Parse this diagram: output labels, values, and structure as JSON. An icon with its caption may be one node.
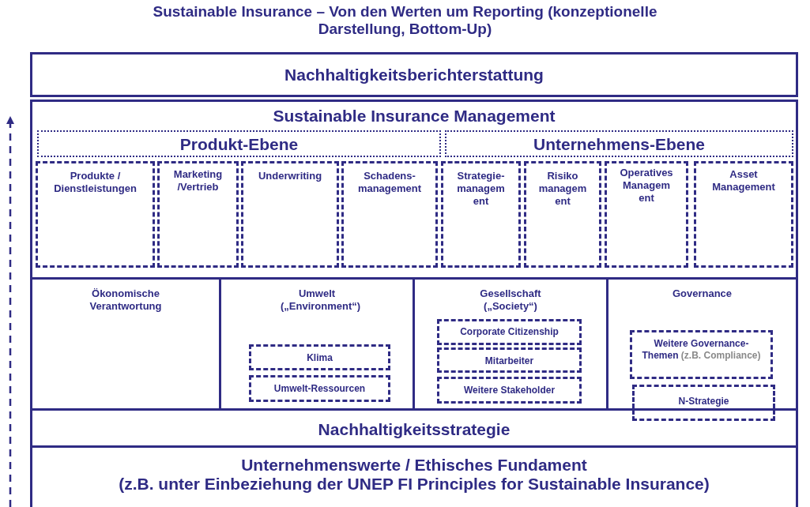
{
  "diagram": {
    "title": "Sustainable Insurance – Von den Werten um Reporting (konzeptionelle Darstellung, Bottom-Up)",
    "nodes": [
      {
        "text": [
          "Nachhaltigkeitsberichterstattung"
        ]
      },
      {
        "text": [
          "Sustainable Insurance Management"
        ]
      },
      {
        "text": [
          "Produkt-Ebene"
        ],
        "in": 1
      },
      {
        "text": [
          "Unternehmens-Ebene"
        ],
        "in": 1
      },
      {
        "text": [
          "Produkte / Dienstleistungen"
        ],
        "in": 1
      },
      {
        "text": [
          "Marketing /Vertrieb"
        ],
        "in": 1
      },
      {
        "text": [
          "Underwriting"
        ],
        "in": 1
      },
      {
        "text": [
          "Schadens- management"
        ],
        "in": 1
      },
      {
        "text": [
          "Strategie- managem ent"
        ],
        "in": 1
      },
      {
        "text": [
          "Risiko managem ent"
        ],
        "in": 1
      },
      {
        "text": [
          "Operatives Managem ent"
        ],
        "in": 1
      },
      {
        "text": [
          "Asset Management"
        ],
        "in": 1
      },
      {
        "text": [
          "Ökonomische Verantwortung"
        ]
      },
      {
        "text": [
          "Umwelt („Environment“)"
        ]
      },
      {
        "text": [
          "Klima"
        ],
        "in": 13
      },
      {
        "text": [
          "Umwelt-Ressourcen"
        ],
        "in": 13
      },
      {
        "text": [
          "Gesellschaft („Society“)"
        ]
      },
      {
        "text": [
          "Corporate Citizenship"
        ],
        "in": 16
      },
      {
        "text": [
          "Mitarbeiter"
        ],
        "in": 16
      },
      {
        "text": [
          "Weitere Stakeholder"
        ],
        "in": 16
      },
      {
        "text": [
          "Governance"
        ]
      },
      {
        "text": [
          "Weitere Governance- Themen",
          "(z.B. Compliance)"
        ],
        "in": 20
      },
      {
        "text": [
          "N-Strategie"
        ]
      },
      {
        "text": [
          "Nachhaltigkeitsstrategie"
        ]
      },
      {
        "text": [
          "Unternehmenswerte / Ethisches Fundament",
          "(z.B. unter Einbeziehung der UNEP FI Principles for Sustainable Insurance)"
        ]
      }
    ],
    "edges": []
  }
}
